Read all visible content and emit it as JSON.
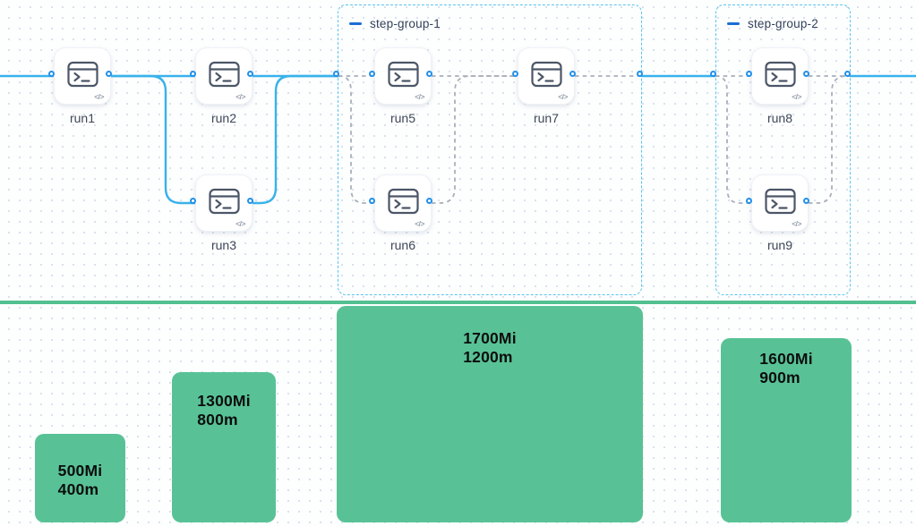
{
  "workflow": {
    "nodes": [
      {
        "label": "run1"
      },
      {
        "label": "run2"
      },
      {
        "label": "run3"
      },
      {
        "label": "run5"
      },
      {
        "label": "run6"
      },
      {
        "label": "run7"
      },
      {
        "label": "run8"
      },
      {
        "label": "run9"
      }
    ],
    "groups": [
      {
        "label": "step-group-1"
      },
      {
        "label": "step-group-2"
      }
    ],
    "code_badge_icon": "</>"
  },
  "resources": {
    "bars": [
      {
        "memory": "500Mi",
        "cpu": "400m"
      },
      {
        "memory": "1300Mi",
        "cpu": "800m"
      },
      {
        "memory": "1700Mi",
        "cpu": "1200m"
      },
      {
        "memory": "1600Mi",
        "cpu": "900m"
      }
    ]
  },
  "colors": {
    "edge_blue": "#38b2eb",
    "port_blue": "#2190ea",
    "edge_dashed_gray": "#a9afb9",
    "group_border_blue": "#5ac4ee",
    "group_collapse_blue": "#1a6fd4",
    "bar_green": "#58c296",
    "divider_green": "#52c090",
    "node_icon_slate": "#4c5667",
    "node_label_slate": "#3d4757"
  }
}
